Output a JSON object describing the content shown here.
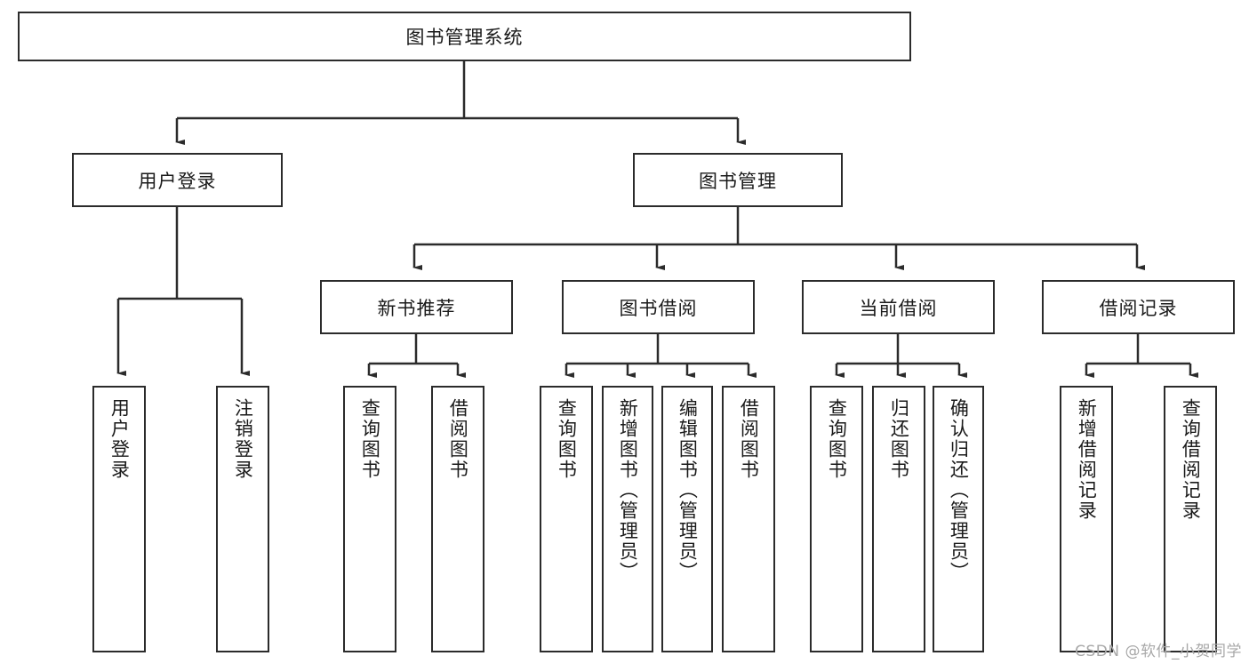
{
  "diagram": {
    "title": "图书管理系统",
    "type": "tree",
    "colors": {
      "box_border": "#2b2b2b",
      "box_fill": "#ffffff",
      "line": "#2b2b2b",
      "text": "#1a1a1a",
      "watermark": "#a8a8a8"
    },
    "root": {
      "label": "图书管理系统"
    },
    "level2": [
      {
        "label": "用户登录"
      },
      {
        "label": "图书管理"
      }
    ],
    "level3": [
      {
        "label": "新书推荐"
      },
      {
        "label": "图书借阅"
      },
      {
        "label": "当前借阅"
      },
      {
        "label": "借阅记录"
      }
    ],
    "leaves": {
      "user_login": [
        {
          "label": "用户登录"
        },
        {
          "label": "注销登录"
        }
      ],
      "new_book": [
        {
          "label": "查询图书"
        },
        {
          "label": "借阅图书"
        }
      ],
      "book_borrow": [
        {
          "label": "查询图书"
        },
        {
          "label": "新增图书（管理员）"
        },
        {
          "label": "编辑图书（管理员）"
        },
        {
          "label": "借阅图书"
        }
      ],
      "current_borrow": [
        {
          "label": "查询图书"
        },
        {
          "label": "归还图书"
        },
        {
          "label": "确认归还（管理员）"
        }
      ],
      "borrow_record": [
        {
          "label": "新增借阅记录"
        },
        {
          "label": "查询借阅记录"
        }
      ]
    }
  },
  "watermark": {
    "text": "CSDN @软件_小贺同学"
  }
}
